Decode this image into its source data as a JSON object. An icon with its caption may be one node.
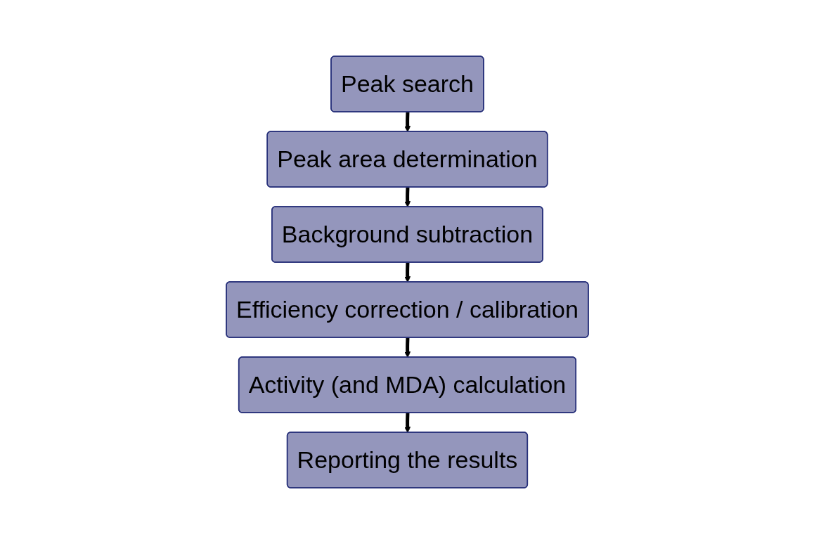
{
  "diagram": {
    "nodes": [
      {
        "text": [
          "Peak search"
        ]
      },
      {
        "text": [
          "Peak area determination"
        ]
      },
      {
        "text": [
          "Background subtraction"
        ]
      },
      {
        "text": [
          "Efficiency correction / calibration"
        ]
      },
      {
        "text": [
          "Activity (and MDA) calculation"
        ]
      },
      {
        "text": [
          "Reporting the results"
        ]
      }
    ],
    "edges": [
      {
        "from": 0,
        "to": 1,
        "arrow": "to"
      },
      {
        "from": 1,
        "to": 2,
        "arrow": "to"
      },
      {
        "from": 2,
        "to": 3,
        "arrow": "to"
      },
      {
        "from": 3,
        "to": 4,
        "arrow": "to"
      },
      {
        "from": 4,
        "to": 5,
        "arrow": "to"
      }
    ]
  }
}
